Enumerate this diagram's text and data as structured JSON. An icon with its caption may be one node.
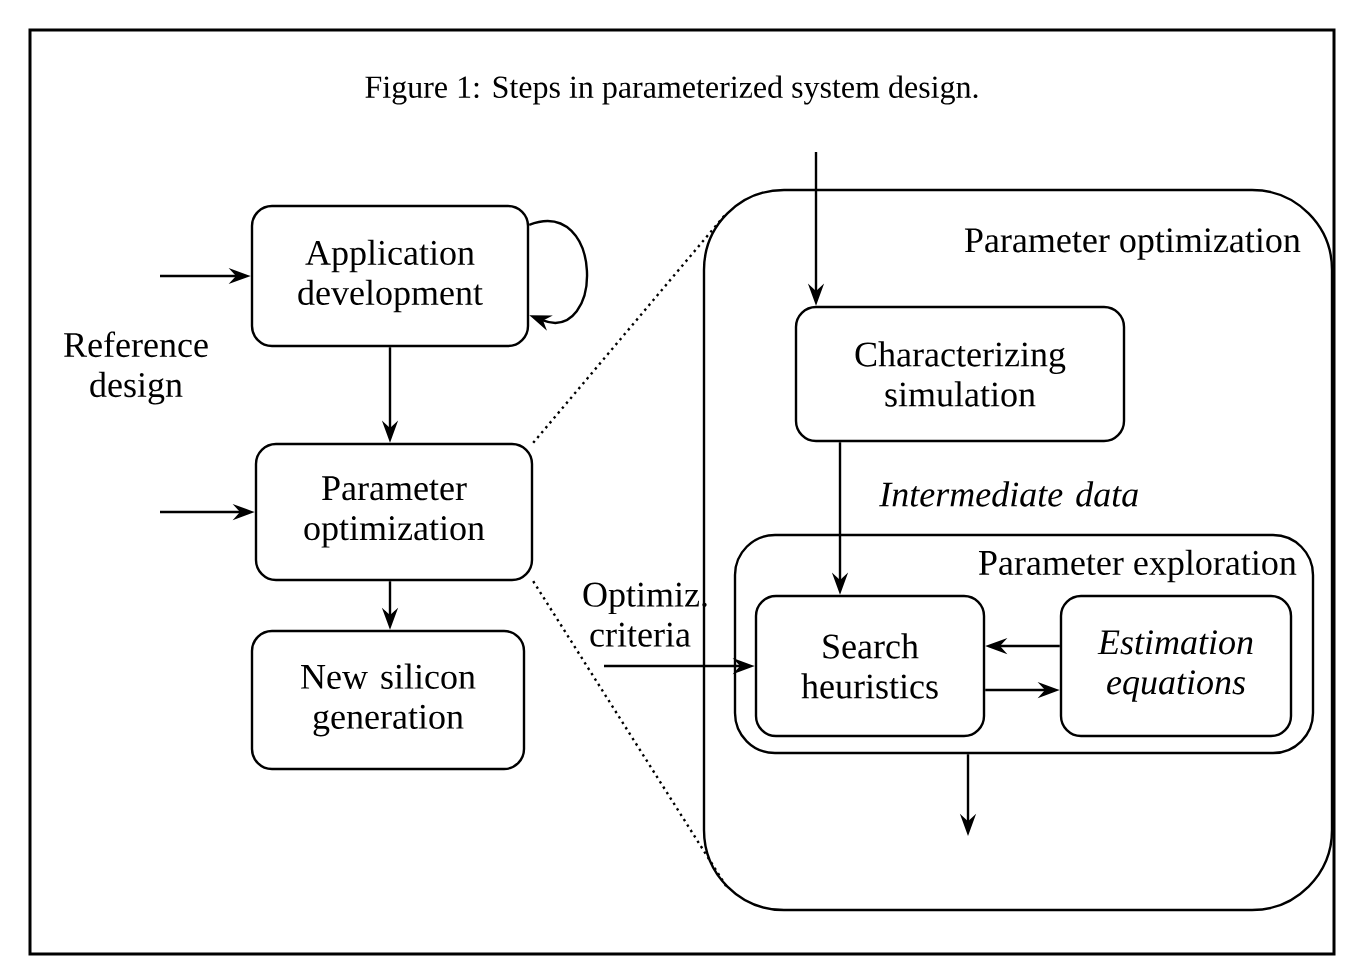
{
  "diagram": {
    "caption": "Figure 1: Steps in parameterized system design.",
    "nodes": [
      {
        "text": [
          "Application development"
        ]
      },
      {
        "text": [
          "Parameter optimization"
        ]
      },
      {
        "text": [
          "New silicon generation"
        ]
      },
      {
        "text": [
          "Parameter optimization"
        ]
      },
      {
        "text": [
          "Characterizing simulation"
        ],
        "in": 3
      },
      {
        "text": [
          "Parameter exploration"
        ],
        "in": 3
      },
      {
        "text": [
          "Search heuristics"
        ],
        "in": 5
      },
      {
        "text": [
          "Estimation equations"
        ],
        "in": 5
      }
    ],
    "edges": [
      {
        "from": null,
        "to": 0,
        "arrow": "to"
      },
      {
        "from": 0,
        "to": 0,
        "arrow": "to"
      },
      {
        "from": 0,
        "to": 1,
        "arrow": "to"
      },
      {
        "from": null,
        "to": 1,
        "arrow": "to"
      },
      {
        "from": 1,
        "to": 2,
        "arrow": "to"
      },
      {
        "from": null,
        "to": 4,
        "arrow": "to"
      },
      {
        "from": 4,
        "to": 6,
        "arrow": "to",
        "label": "Intermediate data"
      },
      {
        "from": null,
        "to": 6,
        "arrow": "to",
        "label": "Optimiz. criteria"
      },
      {
        "from": 7,
        "to": 6,
        "arrow": "to"
      },
      {
        "from": 6,
        "to": 7,
        "arrow": "to"
      },
      {
        "from": 5,
        "to": null,
        "arrow": "to"
      },
      {
        "from": 1,
        "to": 3,
        "arrow": "none",
        "style": "dashed"
      },
      {
        "from": 1,
        "to": 3,
        "arrow": "none",
        "style": "dashed"
      }
    ],
    "labels": [
      "Reference design"
    ]
  }
}
